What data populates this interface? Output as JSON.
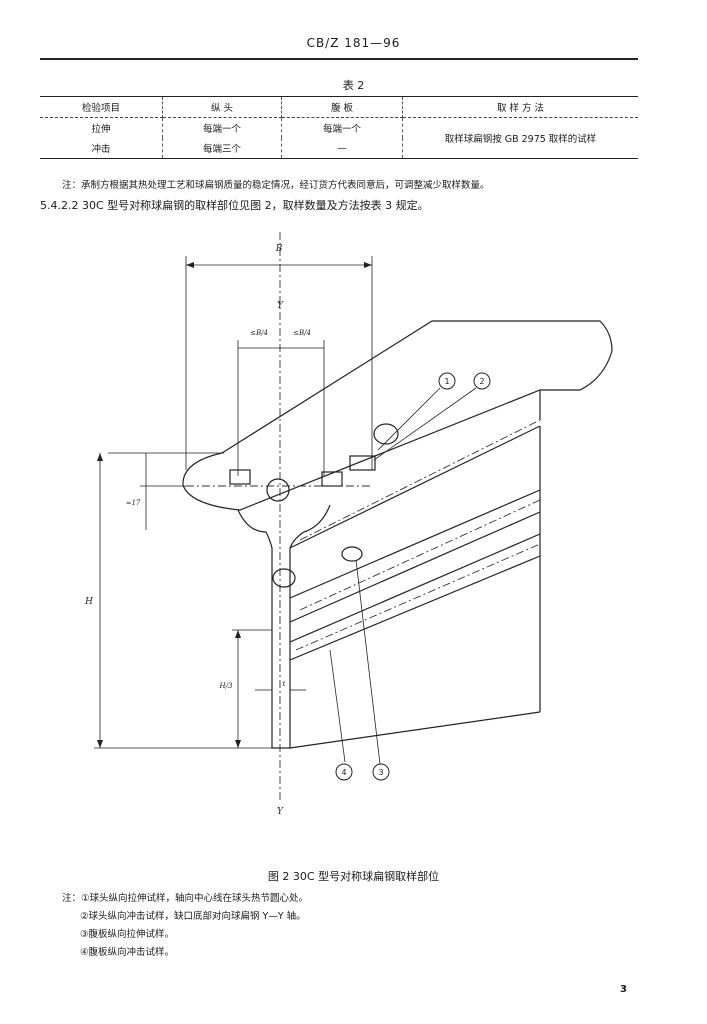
{
  "header": {
    "standard_no": "CB/Z 181—96"
  },
  "table2": {
    "caption": "表 2",
    "headers": [
      "检验项目",
      "纵  头",
      "腹  板",
      "取  样  方  法"
    ],
    "rows": [
      {
        "item": "拉伸",
        "head": "每端一个",
        "web": "每端一个"
      },
      {
        "item": "冲击",
        "head": "每端三个",
        "web": "—"
      }
    ],
    "method": "取样球扁钢按 GB 2975 取样的试样"
  },
  "table_note": "注：承制方根据其热处理工艺和球扁钢质量的稳定情况，经订货方代表同意后，可调整减少取样数量。",
  "clause": "5.4.2.2  30C 型号对称球扁钢的取样部位见图 2，取样数量及方法按表 3 规定。",
  "figure": {
    "labels": {
      "B": "B",
      "Y_top": "Y",
      "Y_bottom": "Y",
      "B4_left": "≤B/4",
      "B4_right": "≤B/4",
      "h17": "≈17",
      "H": "H",
      "H3": "H/3",
      "t": "t",
      "c1": "1",
      "c2": "2",
      "c3": "3",
      "c4": "4"
    },
    "caption": "图 2  30C 型号对称球扁钢取样部位"
  },
  "figure_notes": [
    "注：①球头纵向拉伸试样，轴向中心线在球头热节圆心处。",
    "②球头纵向冲击试样，缺口底部对向球扁钢 Y—Y 轴。",
    "③腹板纵向拉伸试样。",
    "④腹板纵向冲击试样。"
  ],
  "page_number": "3"
}
